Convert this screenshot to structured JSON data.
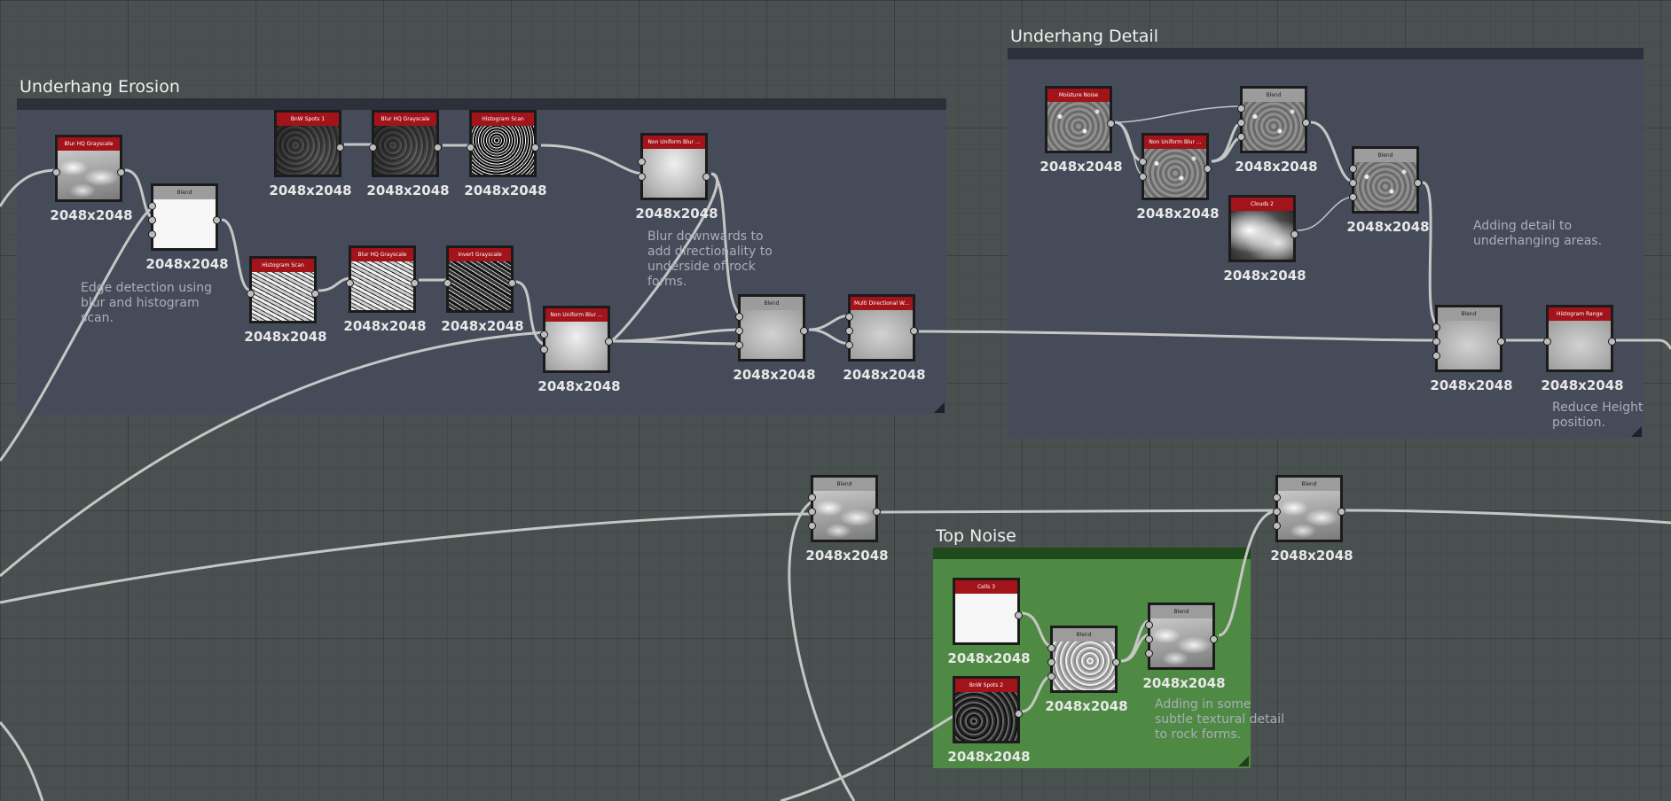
{
  "frames": {
    "underhang_erosion": {
      "title": "Underhang Erosion",
      "header_color": "#2d303a",
      "body_color": "#464b5a"
    },
    "underhang_detail": {
      "title": "Underhang Detail",
      "header_color": "#2d303a",
      "body_color": "#464b5a"
    },
    "top_noise": {
      "title": "Top Noise",
      "header_color": "#1f4a1c",
      "body_color": "#4f8a44"
    }
  },
  "comments": {
    "edge": "Edge detection using\nblur and histogram\nscan.",
    "blur_down": "Blur downwards to\nadd directionality to\nunderside of rock\nforms.",
    "adding_detail": "Adding detail to\nunderhanging areas.",
    "reduce_height": "Reduce Height\nposition.",
    "textural": "Adding in some\nsubtle textural detail\nto rock forms."
  },
  "nodes": {
    "blur_hq_1": {
      "title": "Blur HQ Grayscale",
      "res": "2048x2048"
    },
    "blend_1": {
      "title": "Blend",
      "res": "2048x2048"
    },
    "bnw_spots_1": {
      "title": "BnW Spots 1",
      "res": "2048x2048"
    },
    "blur_hq_2": {
      "title": "Blur HQ Grayscale",
      "res": "2048x2048"
    },
    "histogram_scan_1": {
      "title": "Histogram Scan",
      "res": "2048x2048"
    },
    "histogram_scan_2": {
      "title": "Histogram Scan",
      "res": "2048x2048"
    },
    "blur_hq_3": {
      "title": "Blur HQ Grayscale",
      "res": "2048x2048"
    },
    "invert_grayscale": {
      "title": "Invert Grayscale",
      "res": "2048x2048"
    },
    "non_uniform_blur_1": {
      "title": "Non Uniform Blur ...",
      "res": "2048x2048"
    },
    "non_uniform_blur_2": {
      "title": "Non Uniform Blur ...",
      "res": "2048x2048"
    },
    "blend_2": {
      "title": "Blend",
      "res": "2048x2048"
    },
    "multi_directional": {
      "title": "Multi Directional W...",
      "res": "2048x2048"
    },
    "moisture_noise": {
      "title": "Moisture Noise",
      "res": "2048x2048"
    },
    "non_uniform_blur_3": {
      "title": "Non Uniform Blur ...",
      "res": "2048x2048"
    },
    "blend_3": {
      "title": "Blend",
      "res": "2048x2048"
    },
    "clouds_2": {
      "title": "Clouds 2",
      "res": "2048x2048"
    },
    "blend_4": {
      "title": "Blend",
      "res": "2048x2048"
    },
    "blend_5": {
      "title": "Blend",
      "res": "2048x2048"
    },
    "histogram_range": {
      "title": "Histogram Range",
      "res": "2048x2048"
    },
    "blend_6": {
      "title": "Blend",
      "res": "2048x2048"
    },
    "blend_7": {
      "title": "Blend",
      "res": "2048x2048"
    },
    "cells_3": {
      "title": "Cells 3",
      "res": "2048x2048"
    },
    "bnw_spots_2": {
      "title": "BnW Spots 2",
      "res": "2048x2048"
    },
    "blend_8": {
      "title": "Blend",
      "res": "2048x2048"
    },
    "blend_9": {
      "title": "Blend",
      "res": "2048x2048"
    }
  },
  "colors": {
    "wire": "#c6c6c6",
    "canvas": "#495150"
  }
}
